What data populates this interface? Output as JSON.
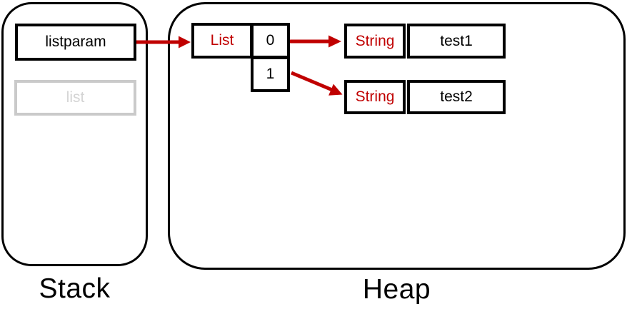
{
  "colors": {
    "arrow_red": "#C00000",
    "type_text_red": "#C00000",
    "ghost_border_gray": "#cacaca",
    "ghost_text_gray": "#d4d4d4",
    "line_black": "#000000",
    "background": "#ffffff"
  },
  "stack": {
    "title": "Stack",
    "variables": [
      {
        "label": "listparam",
        "state": "active"
      },
      {
        "label": "list",
        "state": "ghost"
      }
    ]
  },
  "heap": {
    "title": "Heap",
    "list_object": {
      "type_label": "List",
      "indices": [
        "0",
        "1"
      ]
    },
    "string_objects": [
      {
        "type_label": "String",
        "value": "test1"
      },
      {
        "type_label": "String",
        "value": "test2"
      }
    ]
  },
  "arrows": [
    {
      "from": "listparam",
      "to": "List object"
    },
    {
      "from": "List index 0",
      "to": "String test1"
    },
    {
      "from": "List index 1",
      "to": "String test2"
    }
  ]
}
